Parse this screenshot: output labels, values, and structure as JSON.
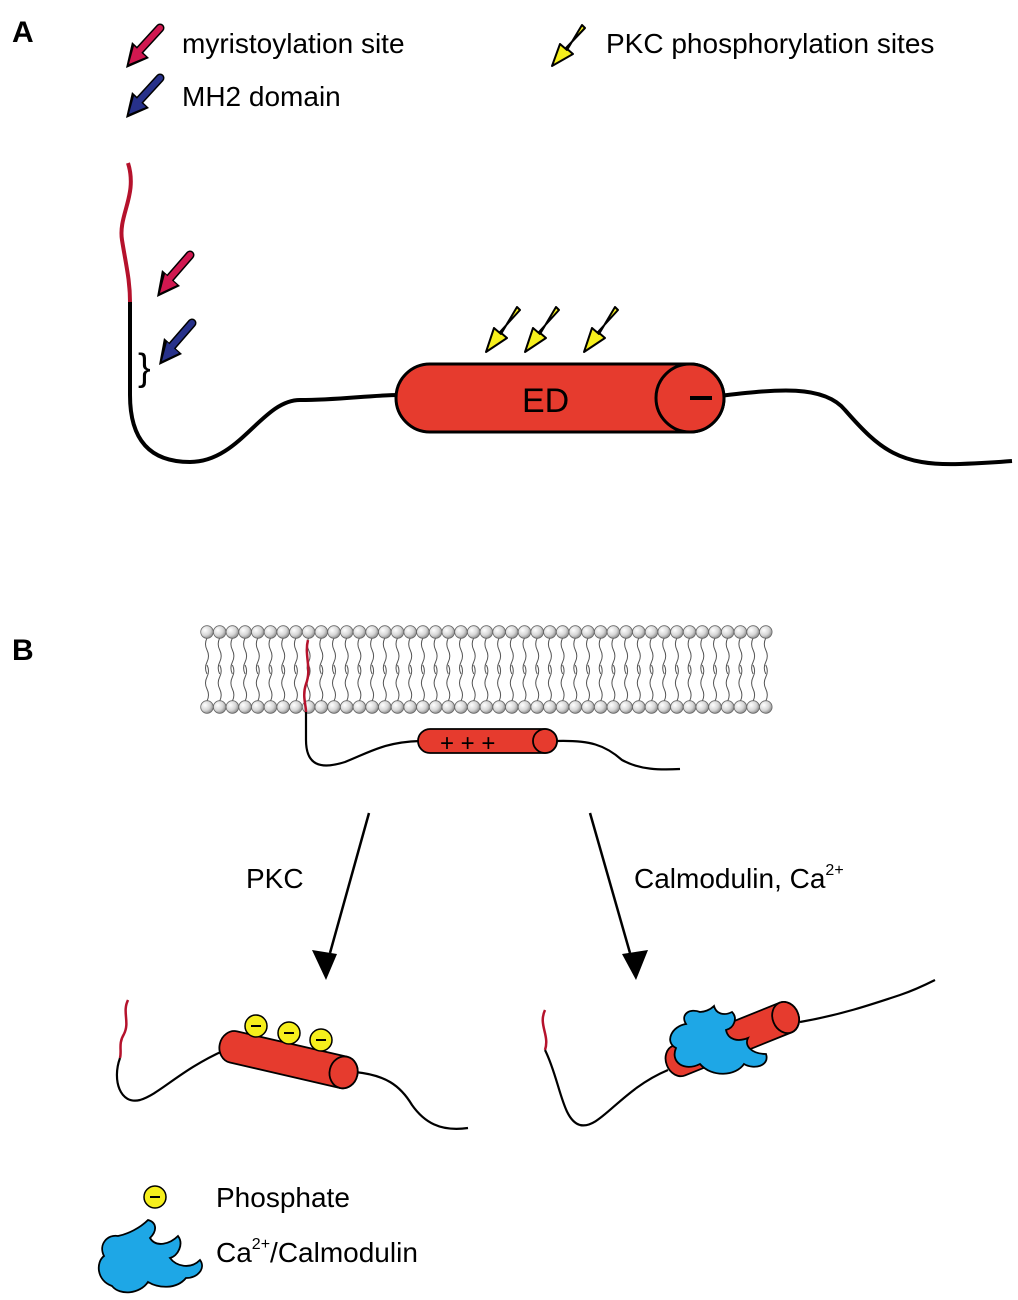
{
  "panel_a": {
    "label": "A",
    "legend": {
      "myristoylation": "myristoylation site",
      "mh2": "MH2 domain",
      "pkc_sites": "PKC phosphorylation sites"
    },
    "domain_label": "ED"
  },
  "panel_b": {
    "label": "B",
    "charge_label": "+ + +",
    "left_arrow_label": "PKC",
    "right_arrow_label_main": "Calmodulin, Ca",
    "right_arrow_label_sup": "2+",
    "legend": {
      "phosphate": "Phosphate",
      "calmodulin_prefix": "Ca",
      "calmodulin_sup": "2+",
      "calmodulin_suffix": "/Calmodulin"
    }
  },
  "colors": {
    "myristoyl": "#b5122c",
    "magenta_arrow": "#d01850",
    "blue_arrow": "#27318a",
    "domain_red": "#e63b2e",
    "yellow": "#f6ef1c",
    "calmodulin_blue": "#1ea7e6"
  },
  "icons": {
    "phosphate": "phosphate-minus-icon",
    "calmodulin": "calmodulin-shape-icon"
  }
}
